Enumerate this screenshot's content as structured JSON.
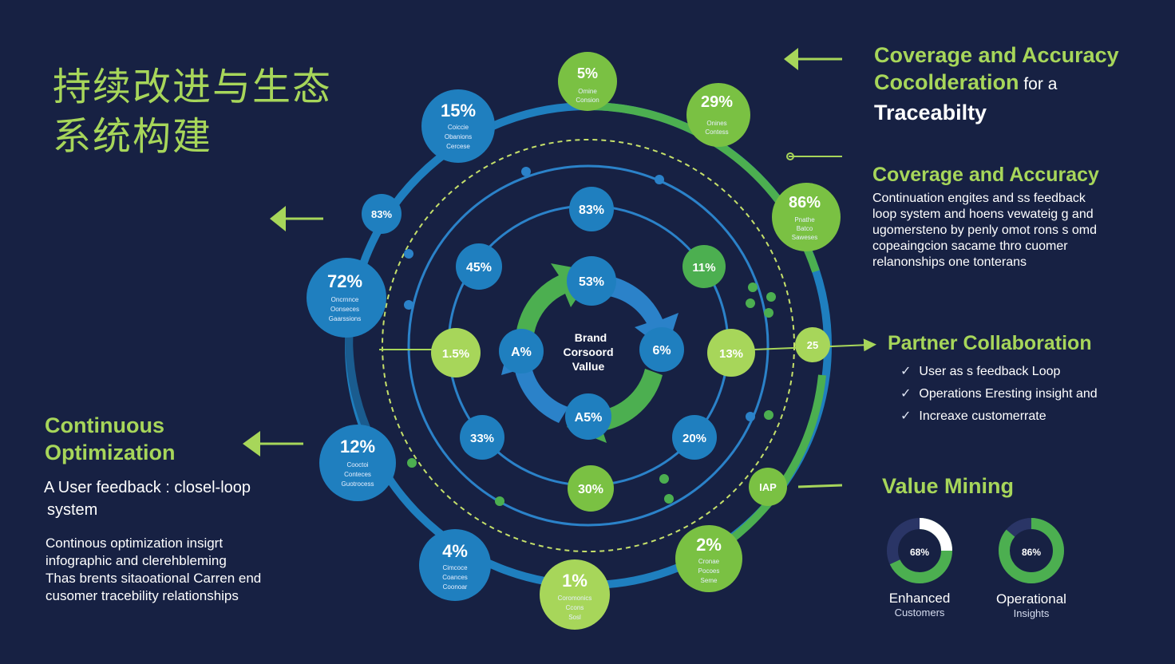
{
  "title_cn": [
    "持续改进与生态",
    "系统构建"
  ],
  "right": {
    "coverage_heading": {
      "line1": "Coverage and Accuracy",
      "line2_green": "Cocolderation",
      "line2_white": " for a",
      "line3": "Traceabilty"
    },
    "coverage2": {
      "heading": "Coverage and Accuracy",
      "body": [
        "Continuation engites and ss feedback",
        "loop system and hoens vewateig g and",
        "ugomersteno by penly omot rons s omd",
        "copeaingcion sacame thro cuomer",
        "relanonships one tonterans"
      ]
    },
    "partner": {
      "heading": "Partner Collaboration",
      "items": [
        "User as s feedback Loop",
        "Operations Eresting insight and",
        "Increaxe customerrate"
      ]
    },
    "value_mining": {
      "heading": "Value Mining",
      "gauges": [
        {
          "value": "68%",
          "label": "Enhanced",
          "sublabel": "Customers",
          "fraction": 0.68
        },
        {
          "value": "86%",
          "label": "Operational",
          "sublabel": "Insights",
          "fraction": 0.86
        }
      ]
    }
  },
  "left": {
    "continuous_heading": [
      "Continuous",
      "Optimization"
    ],
    "feedback_title": [
      "A User feedback : closel-loop",
      "system"
    ],
    "body": [
      "Continous optimization insigrt",
      "infographic and clerehbleming",
      "Thas brents sitaoational Carren end",
      "cusomer tracebility relationships"
    ]
  },
  "center": {
    "label": [
      "Brand",
      "Corsoord",
      "Vallue"
    ]
  },
  "nodes": {
    "outer": [
      {
        "pct": "5%",
        "caption": [
          "Omine",
          "Consion"
        ]
      },
      {
        "pct": "29%",
        "caption": [
          "Onines",
          "Contess"
        ]
      },
      {
        "pct": "86%",
        "caption": [
          "Pnathe",
          "Batco",
          "Saweses"
        ]
      },
      {
        "pct": "15%",
        "caption": [
          "Coiccie",
          "Obanions",
          "Cercese"
        ]
      },
      {
        "pct": "83%",
        "caption": []
      },
      {
        "pct": "72%",
        "caption": [
          "Oncrnnce",
          "Oonseces",
          "Gaarssions"
        ]
      },
      {
        "pct": "1.5%",
        "caption": []
      },
      {
        "pct": "13%",
        "caption": []
      },
      {
        "pct": "25",
        "caption": []
      },
      {
        "pct": "12%",
        "caption": [
          "Cooctoi",
          "Conteces",
          "Guotrocess"
        ]
      },
      {
        "pct": "IAP",
        "caption": []
      },
      {
        "pct": "4%",
        "caption": [
          "Cimcoce",
          "Coances",
          "Coonoar"
        ]
      },
      {
        "pct": "1%",
        "caption": [
          "Coromonics",
          "Ccons",
          "Sosl"
        ]
      },
      {
        "pct": "2%",
        "caption": [
          "Cronae",
          "Pocoes",
          "Seme"
        ]
      }
    ],
    "inner": [
      {
        "pct": "83%"
      },
      {
        "pct": "45%"
      },
      {
        "pct": "11%"
      },
      {
        "pct": "53%"
      },
      {
        "pct": "A%"
      },
      {
        "pct": "6%"
      },
      {
        "pct": "A5%"
      },
      {
        "pct": "33%"
      },
      {
        "pct": "20%"
      },
      {
        "pct": "30%"
      }
    ]
  },
  "colors": {
    "background": "#172143",
    "green": "#7ac143",
    "lime": "#a7d65a",
    "blue": "#1f7fbf",
    "blue_dark": "#1a5c8f"
  }
}
